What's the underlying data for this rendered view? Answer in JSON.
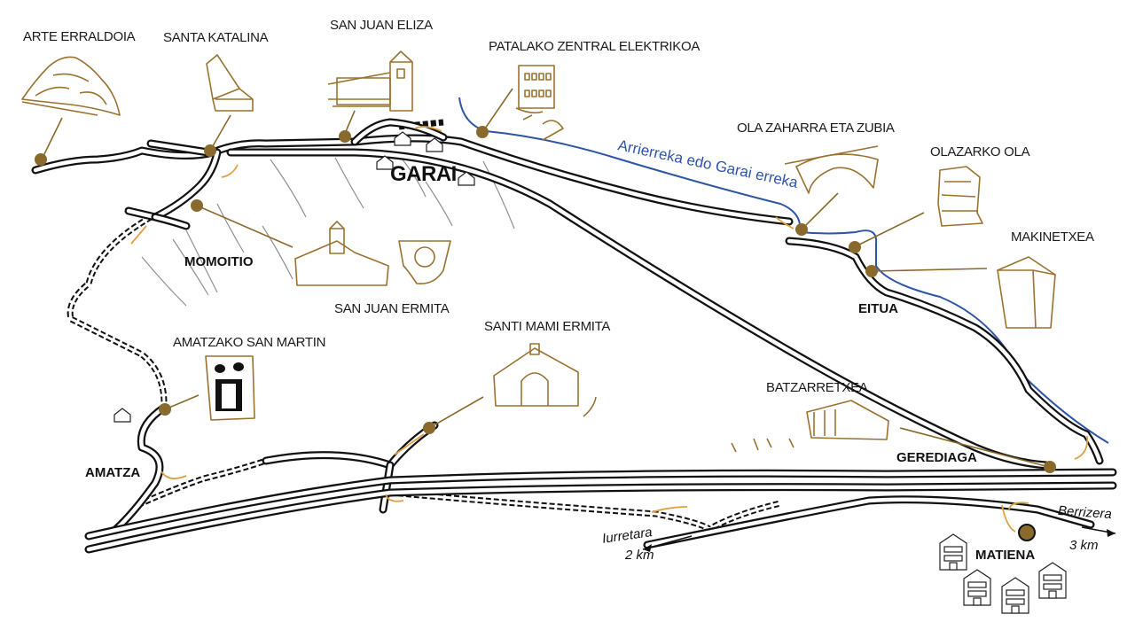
{
  "map": {
    "type": "illustrated route map",
    "colors": {
      "road": "#111111",
      "river": "#2d55a6",
      "poi": "#8a6a2c",
      "route_arrow": "#e0a040",
      "illustration": "#9a7230"
    }
  },
  "landmarks": [
    {
      "id": "arte-erraldoia",
      "label": "ARTE ERRALDOIA",
      "icon": "giant-oak-tree-icon"
    },
    {
      "id": "santa-katalina",
      "label": "SANTA KATALINA",
      "icon": "chapel-ruin-icon"
    },
    {
      "id": "san-juan-eliza",
      "label": "SAN JUAN ELIZA",
      "icon": "church-icon"
    },
    {
      "id": "patalako-zentral",
      "label": "PATALAKO ZENTRAL ELEKTRIKOA",
      "icon": "power-station-icon"
    },
    {
      "id": "ola-zaharra",
      "label": "OLA ZAHARRA ETA ZUBIA",
      "icon": "stone-bridge-icon"
    },
    {
      "id": "olazarko-ola",
      "label": "OLAZARKO OLA",
      "icon": "stone-wall-icon"
    },
    {
      "id": "makinetxea",
      "label": "MAKINETXEA",
      "icon": "tower-house-icon"
    },
    {
      "id": "san-juan-ermita",
      "label": "SAN JUAN ERMITA",
      "icon": "hermitage-icon"
    },
    {
      "id": "amatzako-san-martin",
      "label": "AMATZAKO SAN MARTIN",
      "icon": "window-stone-icon"
    },
    {
      "id": "santi-mami-ermita",
      "label": "SANTI MAMI ERMITA",
      "icon": "hermitage-arch-icon"
    },
    {
      "id": "batzarretxea",
      "label": "BATZARRETXEA",
      "icon": "assembly-house-icon"
    }
  ],
  "towns": {
    "garai": "GARAI",
    "momoitio": "MOMOITIO",
    "eitua": "EITUA",
    "amatza": "AMATZA",
    "gerediaga": "GEREDIAGA",
    "matiena": "MATIENA"
  },
  "river": {
    "label": "Arrierreka edo Garai erreka"
  },
  "directions": [
    {
      "id": "iurretara",
      "label": "Iurretara",
      "distance": "2 km"
    },
    {
      "id": "berrizera",
      "label": "Berrizera",
      "distance": "3 km"
    }
  ]
}
